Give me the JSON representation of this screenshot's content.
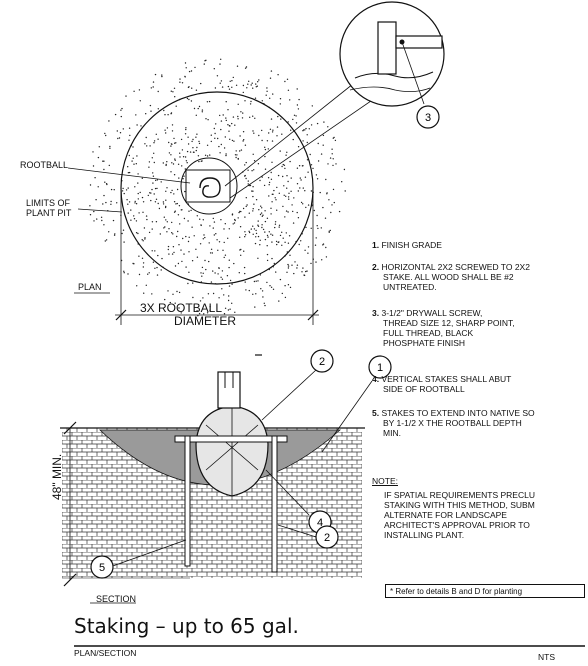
{
  "labels": {
    "rootball": "ROOTBALL",
    "limits_1": "LIMITS OF",
    "limits_2": "PLANT PIT",
    "plan": "PLAN",
    "dim_1": "3X ROOTBALL",
    "dim_2": "DIAMETER",
    "depth": "48\" MIN.",
    "section": "SECTION"
  },
  "callouts": [
    "1",
    "2",
    "3",
    "4",
    "5"
  ],
  "notes": [
    {
      "num": "1.",
      "lines": [
        "FINISH GRADE"
      ]
    },
    {
      "num": "2.",
      "lines": [
        "HORIZONTAL 2X2 SCREWED TO 2X2",
        "STAKE.  ALL WOOD SHALL BE #2",
        "UNTREATED."
      ]
    },
    {
      "num": "3.",
      "lines": [
        "3-1/2\" DRYWALL SCREW,",
        "THREAD SIZE 12, SHARP POINT,",
        "FULL THREAD, BLACK",
        "PHOSPHATE FINISH"
      ]
    },
    {
      "num": "4.",
      "lines": [
        "VERTICAL STAKES SHALL ABUT",
        "SIDE OF ROOTBALL"
      ]
    },
    {
      "num": "5.",
      "lines": [
        "STAKES TO EXTEND INTO NATIVE SO",
        "BY 1-1/2 X THE ROOTBALL DEPTH",
        "MIN."
      ]
    }
  ],
  "note_heading": "NOTE:",
  "note_body": [
    "IF SPATIAL REQUIREMENTS PRECLU",
    "STAKING WITH THIS METHOD, SUBM",
    "ALTERNATE FOR LANDSCAPE",
    "ARCHITECT'S APPROVAL PRIOR TO",
    "INSTALLING PLANT."
  ],
  "refer": "* Refer to details B and D for planting",
  "title": "Staking – up to 65 gal.",
  "subtitle": "PLAN/SECTION",
  "nts": "NTS"
}
